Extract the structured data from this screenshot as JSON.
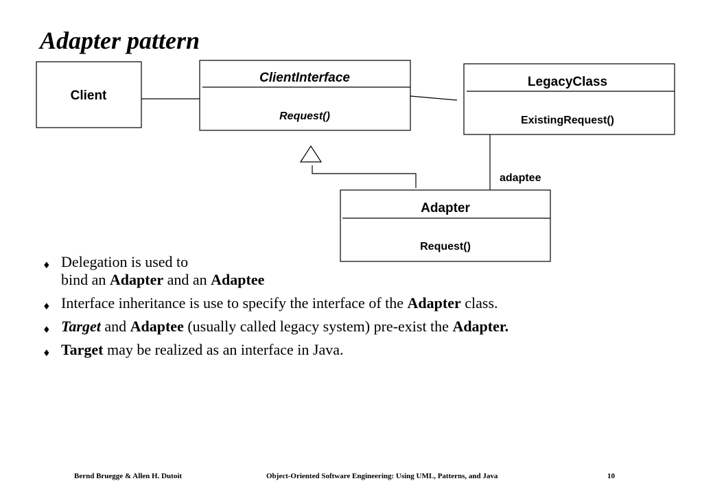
{
  "title": "Adapter pattern",
  "diagram": {
    "client": {
      "name": "Client"
    },
    "client_interface": {
      "name": "ClientInterface",
      "operation": "Request()"
    },
    "legacy_class": {
      "name": "LegacyClass",
      "operation": "ExistingRequest()"
    },
    "adapter": {
      "name": "Adapter",
      "operation": "Request()"
    },
    "adaptee_role": "adaptee"
  },
  "bullets": [
    {
      "parts": [
        {
          "t": "Delegation is used to",
          "s": ""
        },
        {
          "t": "\n",
          "s": "br"
        },
        {
          "t": "bind an ",
          "s": ""
        },
        {
          "t": "Adapter",
          "s": "b"
        },
        {
          "t": " and an ",
          "s": ""
        },
        {
          "t": "Adaptee",
          "s": "b"
        }
      ]
    },
    {
      "parts": [
        {
          "t": "Interface inheritance is use to specify the interface of the ",
          "s": ""
        },
        {
          "t": "Adapter",
          "s": "b"
        },
        {
          "t": " class.",
          "s": ""
        }
      ]
    },
    {
      "parts": [
        {
          "t": "Target",
          "s": "bi"
        },
        {
          "t": " and ",
          "s": ""
        },
        {
          "t": "Adaptee",
          "s": "b"
        },
        {
          "t": " (usually called legacy system) pre-exist the ",
          "s": ""
        },
        {
          "t": "Adapter.",
          "s": "b"
        }
      ]
    },
    {
      "parts": [
        {
          "t": "Target",
          "s": "b"
        },
        {
          "t": " may be realized as an interface in Java.",
          "s": ""
        }
      ]
    }
  ],
  "footer": {
    "left": "Bernd Bruegge & Allen H. Dutoit",
    "center": "Object-Oriented Software Engineering: Using UML, Patterns, and Java",
    "page": "10"
  }
}
